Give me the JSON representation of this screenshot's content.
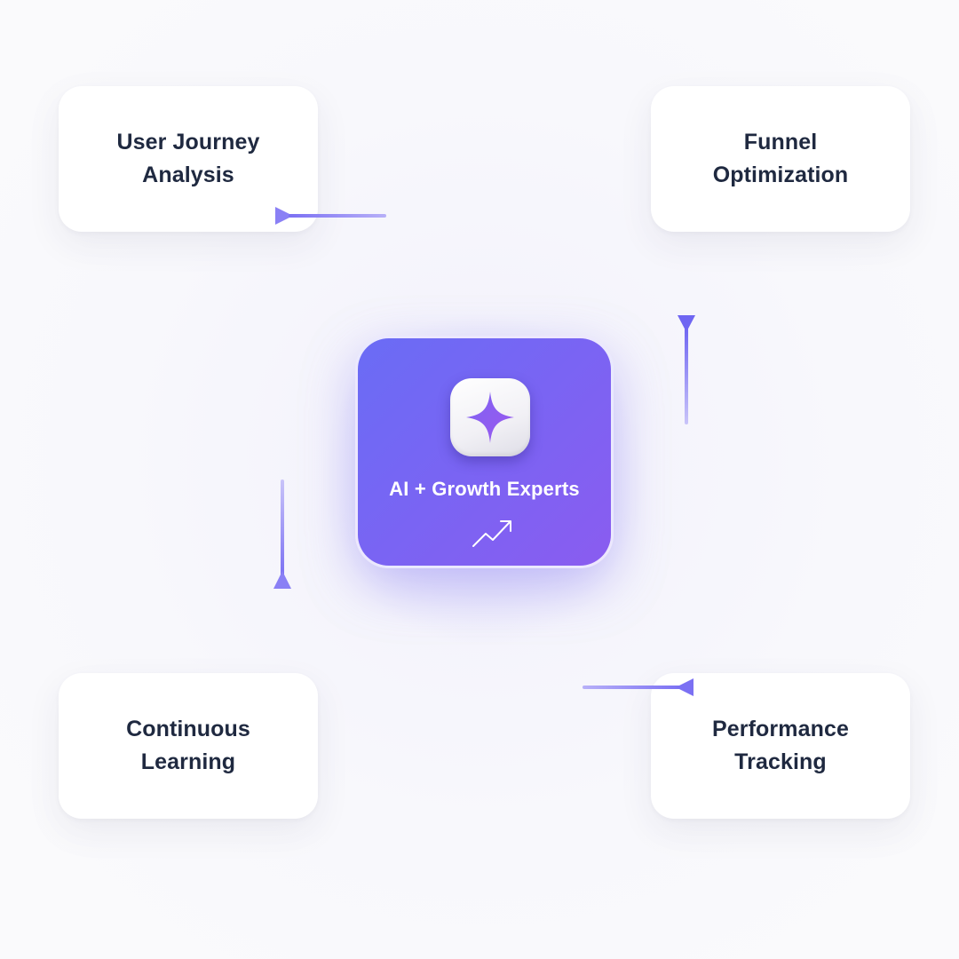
{
  "hub": {
    "label": "AI + Growth Experts",
    "icon": "sparkle-icon",
    "sub_icon": "trending-up-icon"
  },
  "cards": {
    "top_left": "User Journey\nAnalysis",
    "top_right": "Funnel\nOptimization",
    "bottom_left": "Continuous\nLearning",
    "bottom_right": "Performance\nTracking"
  },
  "colors": {
    "accent": "#7a6cf4",
    "hub_gradient_start": "#6a6cf5",
    "hub_gradient_end": "#8a5cf0",
    "text": "#1f2940",
    "card_bg": "#ffffff"
  }
}
